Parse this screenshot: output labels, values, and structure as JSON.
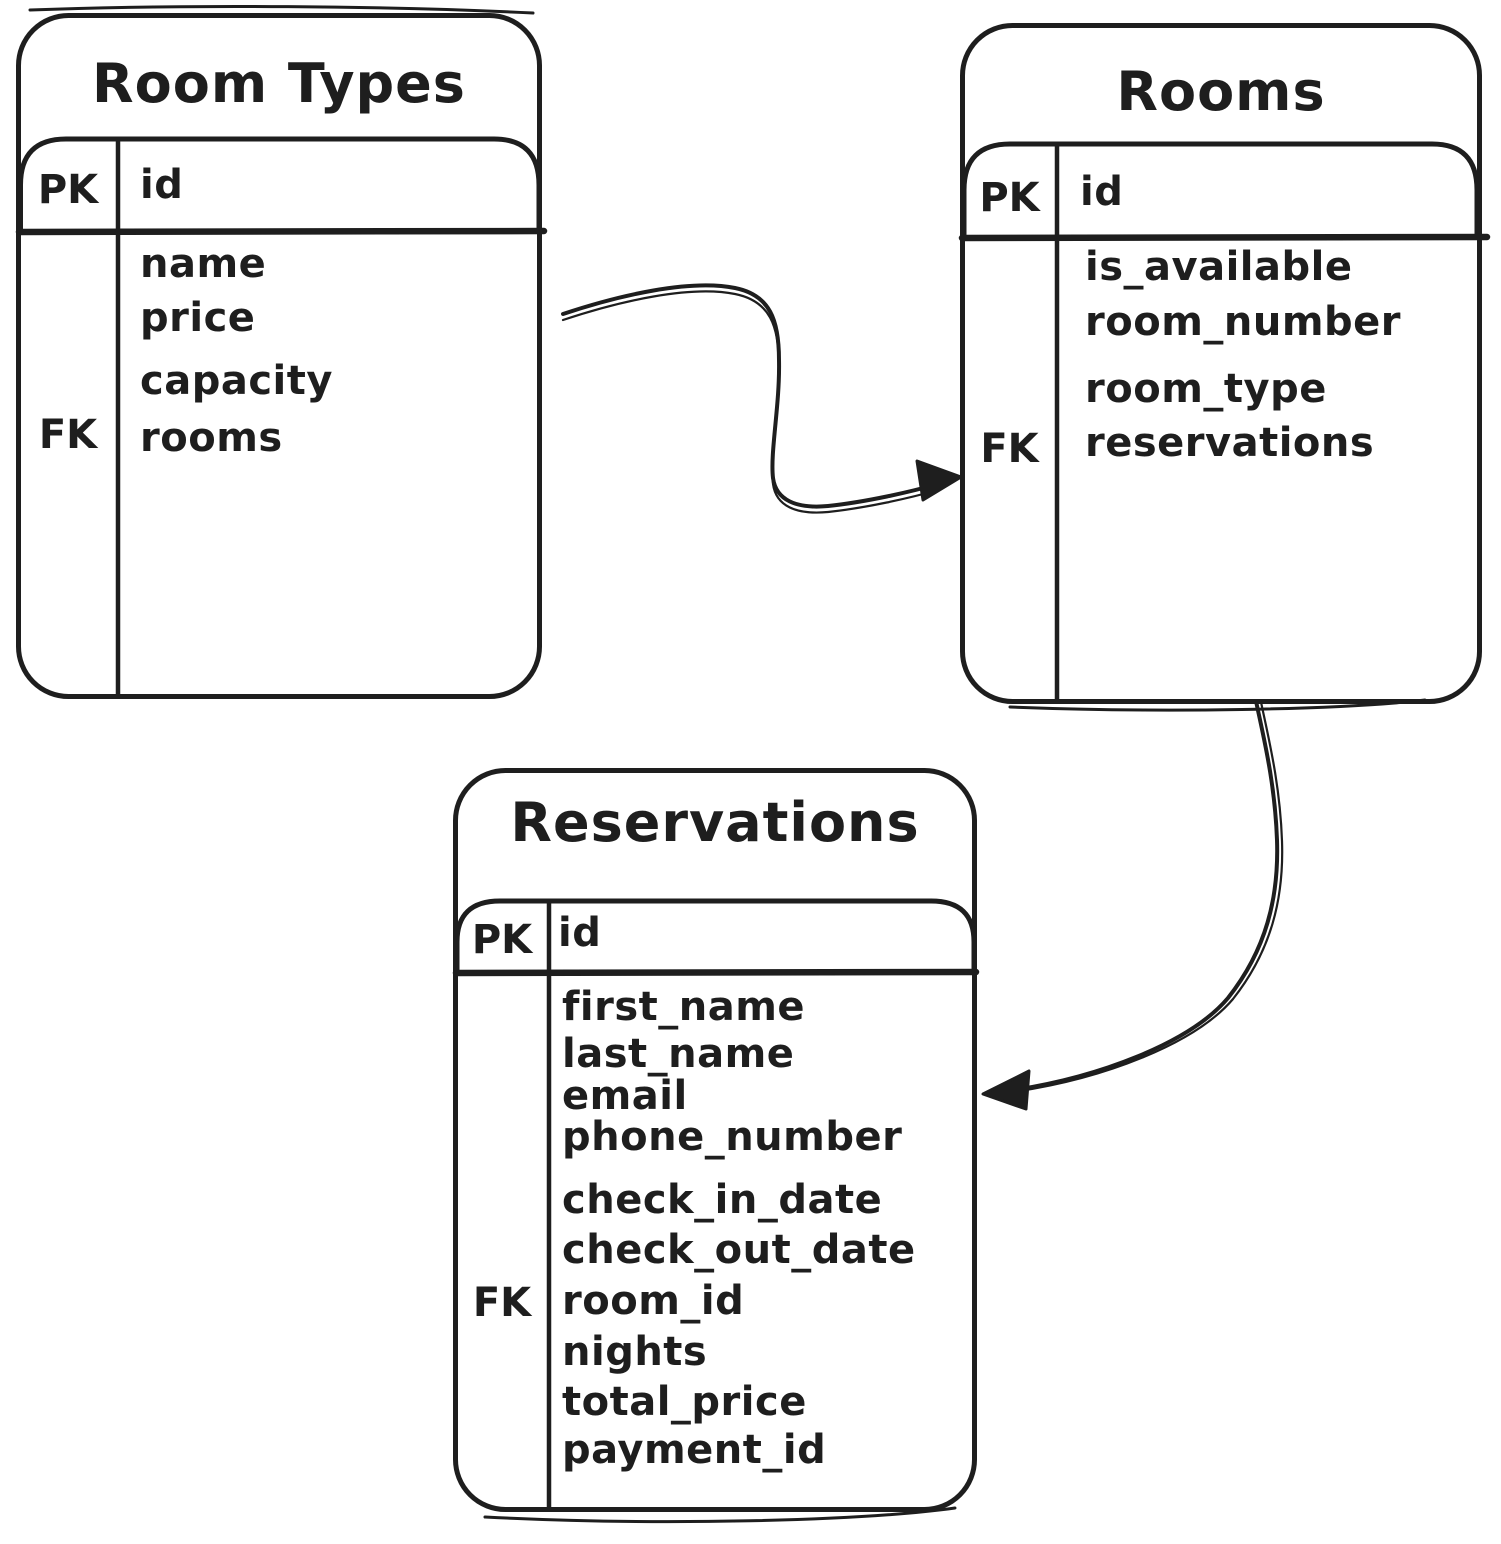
{
  "diagram": {
    "type": "entity-relationship",
    "background_color": "#ffffff",
    "stroke_color": "#1e1e1e",
    "tables": [
      {
        "title": "Room Types",
        "primary_key": {
          "label": "PK",
          "field": "id"
        },
        "fields": [
          {
            "key_label": "",
            "name": "name"
          },
          {
            "key_label": "",
            "name": "price"
          },
          {
            "key_label": "",
            "name": "capacity"
          },
          {
            "key_label": "FK",
            "name": "rooms"
          }
        ]
      },
      {
        "title": "Rooms",
        "primary_key": {
          "label": "PK",
          "field": "id"
        },
        "fields": [
          {
            "key_label": "",
            "name": "is_available"
          },
          {
            "key_label": "",
            "name": "room_number"
          },
          {
            "key_label": "",
            "name": "room_type"
          },
          {
            "key_label": "FK",
            "name": "reservations"
          }
        ]
      },
      {
        "title": "Reservations",
        "primary_key": {
          "label": "PK",
          "field": "id"
        },
        "fields": [
          {
            "key_label": "",
            "name": "first_name"
          },
          {
            "key_label": "",
            "name": "last_name"
          },
          {
            "key_label": "",
            "name": "email"
          },
          {
            "key_label": "",
            "name": "phone_number"
          },
          {
            "key_label": "",
            "name": "check_in_date"
          },
          {
            "key_label": "",
            "name": "check_out_date"
          },
          {
            "key_label": "FK",
            "name": "room_id"
          },
          {
            "key_label": "",
            "name": "nights"
          },
          {
            "key_label": "",
            "name": "total_price"
          },
          {
            "key_label": "",
            "name": "payment_id"
          }
        ]
      }
    ],
    "relationships": [
      {
        "from": "Room Types",
        "to": "Rooms"
      },
      {
        "from": "Rooms",
        "to": "Reservations"
      }
    ]
  }
}
